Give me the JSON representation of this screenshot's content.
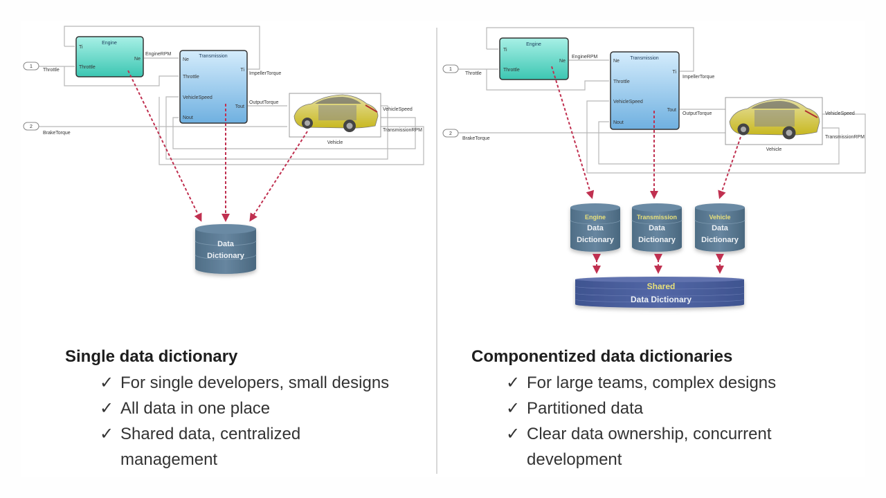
{
  "left": {
    "diagram": {
      "inports": [
        {
          "num": "1",
          "signal": "Throttle"
        },
        {
          "num": "2",
          "signal": "BrakeTorque"
        }
      ],
      "engine": {
        "title": "Engine",
        "inputs": [
          "Ti",
          "Throttle"
        ],
        "outputs": [
          "Ne"
        ]
      },
      "transmission": {
        "title": "Transmission",
        "inputs": [
          "Ne",
          "Throttle",
          "VehicleSpeed",
          "Nout"
        ],
        "outputs": [
          "Ti",
          "Tout"
        ]
      },
      "vehicle": {
        "title": "Vehicle"
      },
      "signals": {
        "engine_rpm": "EngineRPM",
        "impeller_torque": "ImpellerTorque",
        "output_torque": "OutputTorque",
        "vehicle_speed": "VehicleSpeed",
        "transmission_rpm": "TransmissionRPM"
      }
    },
    "dictionary": {
      "line1": "Data",
      "line2": "Dictionary"
    },
    "heading": "Single data dictionary",
    "bullets": [
      {
        "check": "✓",
        "text": "For single developers, small designs"
      },
      {
        "check": "✓",
        "text": "All data in one place"
      },
      {
        "check": "✓",
        "text": "Shared data, centralized",
        "cont": "management"
      }
    ]
  },
  "right": {
    "diagram": {
      "inports": [
        {
          "num": "1",
          "signal": "Throttle"
        },
        {
          "num": "2",
          "signal": "BrakeTorque"
        }
      ],
      "engine": {
        "title": "Engine",
        "inputs": [
          "Ti",
          "Throttle"
        ],
        "outputs": [
          "Ne"
        ]
      },
      "transmission": {
        "title": "Transmission",
        "inputs": [
          "Ne",
          "Throttle",
          "VehicleSpeed",
          "Nout"
        ],
        "outputs": [
          "Ti",
          "Tout"
        ]
      },
      "vehicle": {
        "title": "Vehicle"
      },
      "signals": {
        "engine_rpm": "EngineRPM",
        "impeller_torque": "ImpellerTorque",
        "output_torque": "OutputTorque",
        "vehicle_speed": "VehicleSpeed",
        "transmission_rpm": "TransmissionRPM"
      }
    },
    "dictionaries": [
      {
        "owner": "Engine",
        "line1": "Data",
        "line2": "Dictionary"
      },
      {
        "owner": "Transmission",
        "line1": "Data",
        "line2": "Dictionary"
      },
      {
        "owner": "Vehicle",
        "line1": "Data",
        "line2": "Dictionary"
      }
    ],
    "shared": {
      "owner": "Shared",
      "label": "Data Dictionary"
    },
    "heading": "Componentized data dictionaries",
    "bullets": [
      {
        "check": "✓",
        "text": "For large teams, complex designs"
      },
      {
        "check": "✓",
        "text": "Partitioned data"
      },
      {
        "check": "✓",
        "text": "Clear data ownership, concurrent",
        "cont": "development"
      }
    ]
  },
  "colors": {
    "engine_block": "#5fd6c4",
    "transmission_block": "#8cc6ee",
    "dictionary": "#58788f",
    "shared_dictionary": "#4a5f96",
    "owner_label": "#e8e07a",
    "link_arrow": "#c03050",
    "wire": "#b8b8b8"
  }
}
